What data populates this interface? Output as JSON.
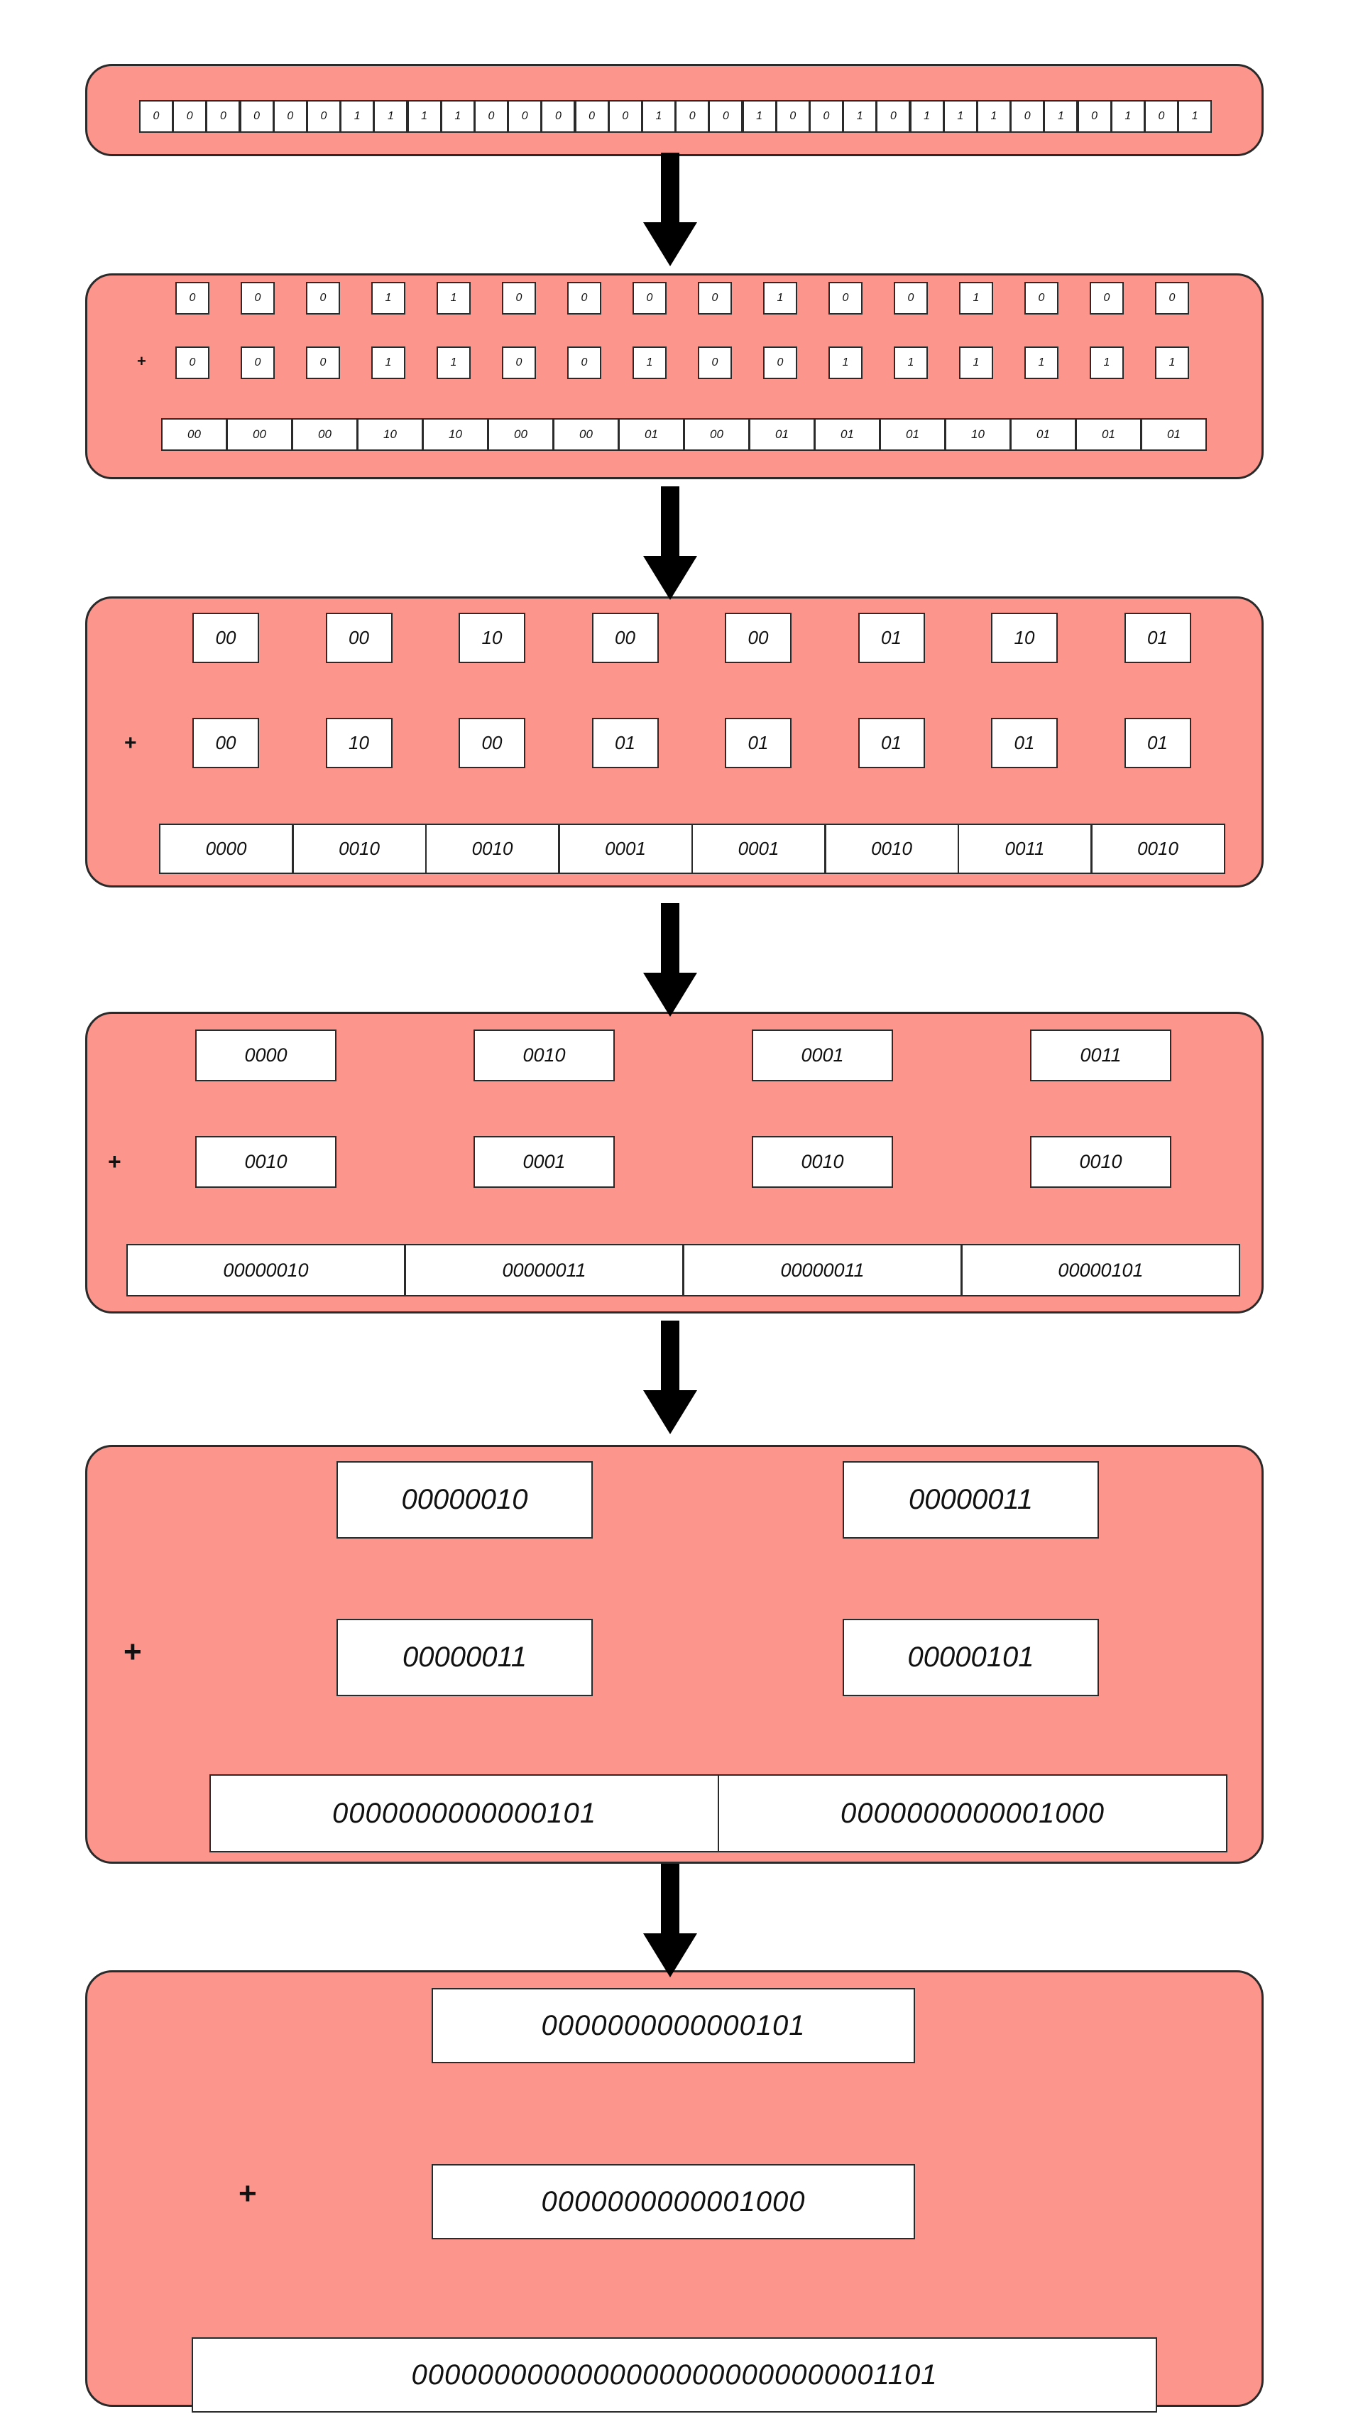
{
  "plus_symbol": "+",
  "stage1": {
    "bits": [
      "0",
      "0",
      "0",
      "0",
      "0",
      "0",
      "1",
      "1",
      "1",
      "1",
      "0",
      "0",
      "0",
      "0",
      "0",
      "1",
      "0",
      "0",
      "1",
      "0",
      "0",
      "1",
      "0",
      "1",
      "1",
      "1",
      "0",
      "1",
      "0",
      "1",
      "0",
      "1"
    ]
  },
  "stage2": {
    "top": [
      "0",
      "0",
      "0",
      "1",
      "1",
      "0",
      "0",
      "0",
      "0",
      "1",
      "0",
      "0",
      "1",
      "0",
      "0",
      "0"
    ],
    "bottom": [
      "0",
      "0",
      "0",
      "1",
      "1",
      "0",
      "0",
      "1",
      "0",
      "0",
      "1",
      "1",
      "1",
      "1",
      "1",
      "1"
    ],
    "result": [
      "00",
      "00",
      "00",
      "10",
      "10",
      "00",
      "00",
      "01",
      "00",
      "01",
      "01",
      "01",
      "10",
      "01",
      "01",
      "01"
    ]
  },
  "stage3": {
    "top": [
      "00",
      "00",
      "10",
      "00",
      "00",
      "01",
      "10",
      "01"
    ],
    "bottom": [
      "00",
      "10",
      "00",
      "01",
      "01",
      "01",
      "01",
      "01"
    ],
    "result": [
      "0000",
      "0010",
      "0010",
      "0001",
      "0001",
      "0010",
      "0011",
      "0010"
    ]
  },
  "stage4": {
    "top": [
      "0000",
      "0010",
      "0001",
      "0011"
    ],
    "bottom": [
      "0010",
      "0001",
      "0010",
      "0010"
    ],
    "result": [
      "00000010",
      "00000011",
      "00000011",
      "00000101"
    ]
  },
  "stage5": {
    "top": [
      "00000010",
      "00000011"
    ],
    "bottom": [
      "00000011",
      "00000101"
    ],
    "result": [
      "0000000000000101",
      "0000000000001000"
    ]
  },
  "stage6": {
    "top": [
      "0000000000000101"
    ],
    "bottom": [
      "0000000000001000"
    ],
    "result": [
      "00000000000000000000000000001101"
    ]
  }
}
